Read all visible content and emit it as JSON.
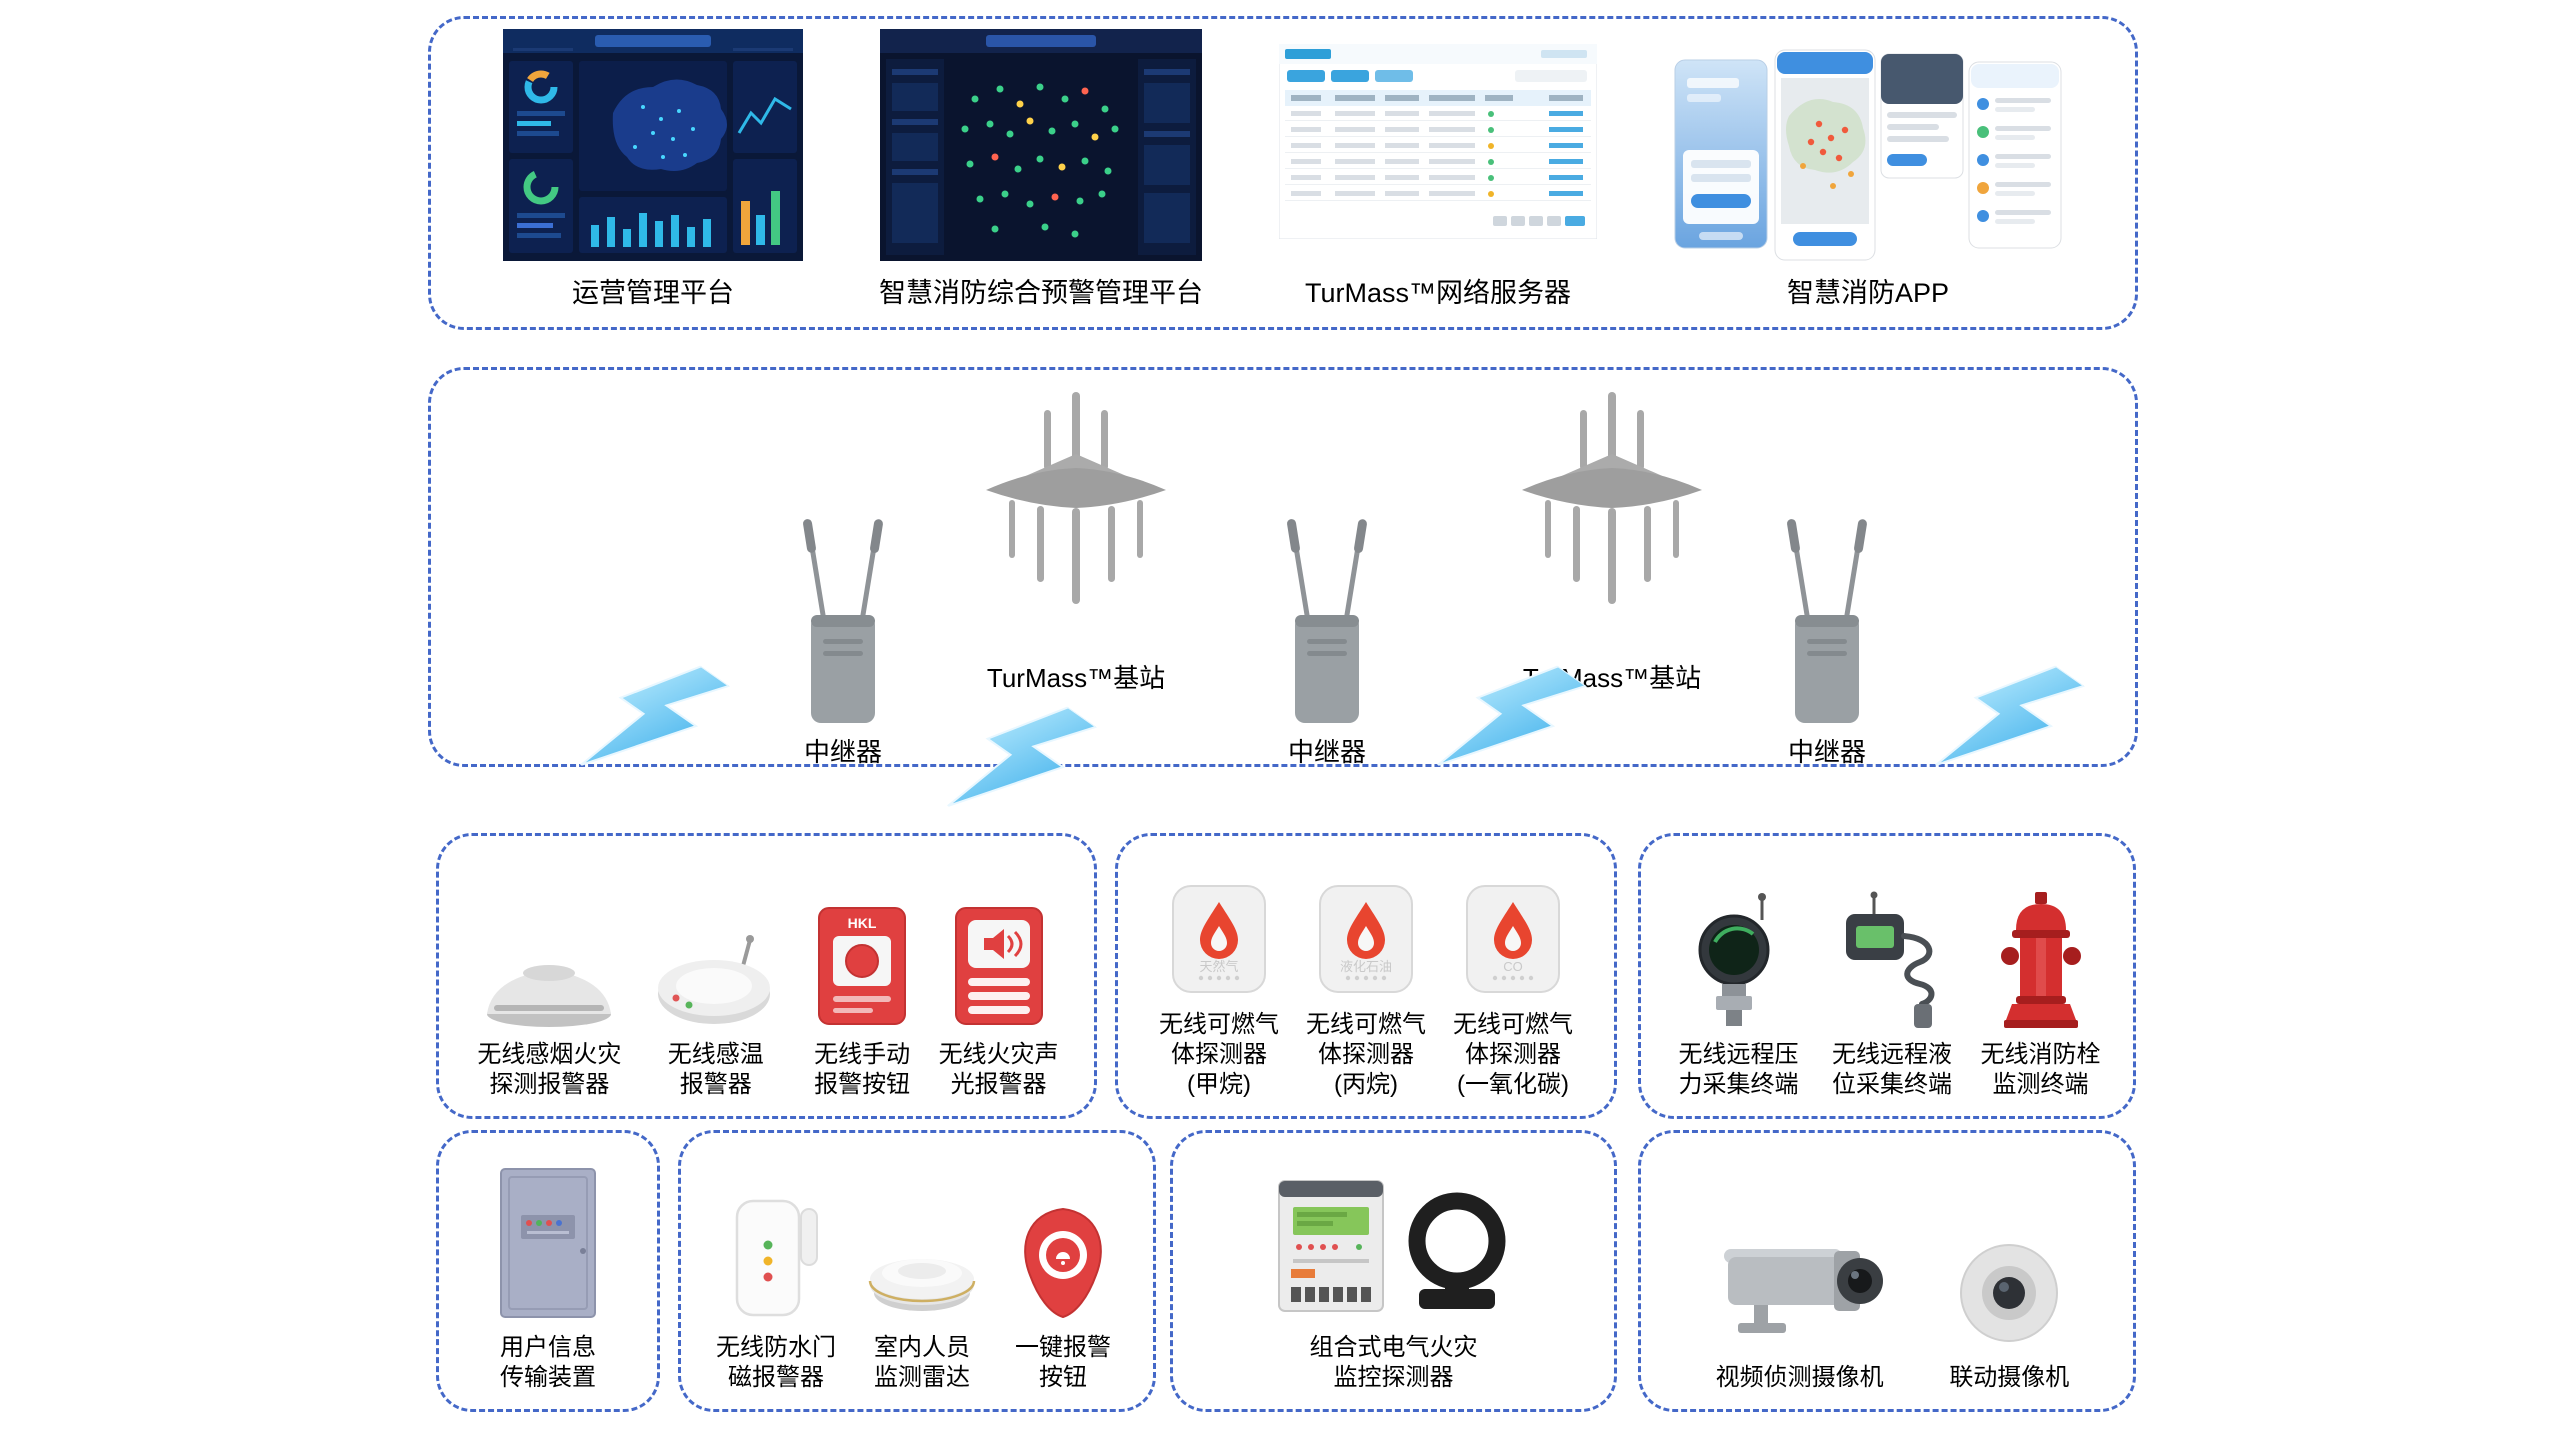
{
  "platforms": {
    "items": [
      {
        "name": "ops",
        "label": "运营管理平台"
      },
      {
        "name": "warning",
        "label": "智慧消防综合预警管理平台"
      },
      {
        "name": "server",
        "label": "TurMass™网络服务器"
      },
      {
        "name": "app",
        "label": "智慧消防APP"
      }
    ]
  },
  "network": {
    "repeaters": [
      {
        "label": "中继器"
      },
      {
        "label": "中继器"
      },
      {
        "label": "中继器"
      }
    ],
    "basestations": [
      {
        "label": "TurMass™基站"
      },
      {
        "label": "TurMass™基站"
      }
    ]
  },
  "groups": {
    "fire_alarm": {
      "devices": [
        {
          "label": "无线感烟火灾\n探测报警器"
        },
        {
          "label": "无线感温\n报警器"
        },
        {
          "label": "无线手动\n报警按钮",
          "icon_text": "HKL"
        },
        {
          "label": "无线火灾声\n光报警器"
        }
      ]
    },
    "gas": {
      "devices": [
        {
          "label": "无线可燃气\n体探测器\n(甲烷)",
          "watermark": "天然气"
        },
        {
          "label": "无线可燃气\n体探测器\n(丙烷)",
          "watermark": "液化石油"
        },
        {
          "label": "无线可燃气\n体探测器\n(一氧化碳)",
          "watermark": "CO"
        }
      ]
    },
    "monitoring": {
      "devices": [
        {
          "label": "无线远程压\n力采集终端"
        },
        {
          "label": "无线远程液\n位采集终端"
        },
        {
          "label": "无线消防栓\n监测终端"
        }
      ]
    },
    "user_info": {
      "devices": [
        {
          "label": "用户信息\n传输装置"
        }
      ]
    },
    "indoor": {
      "devices": [
        {
          "label": "无线防水门\n磁报警器"
        },
        {
          "label": "室内人员\n监测雷达"
        },
        {
          "label": "一键报警\n按钮"
        }
      ]
    },
    "electrical": {
      "devices": [
        {
          "label": "组合式电气火灾\n监控探测器"
        }
      ]
    },
    "cameras": {
      "devices": [
        {
          "label": "视频侦测摄像机"
        },
        {
          "label": "联动摄像机"
        }
      ]
    }
  },
  "colors": {
    "border_blue": "#4468c8",
    "alarm_red": "#e04040",
    "device_gray": "#9aa0a4",
    "bolt_blue": "#2aa6e8"
  }
}
